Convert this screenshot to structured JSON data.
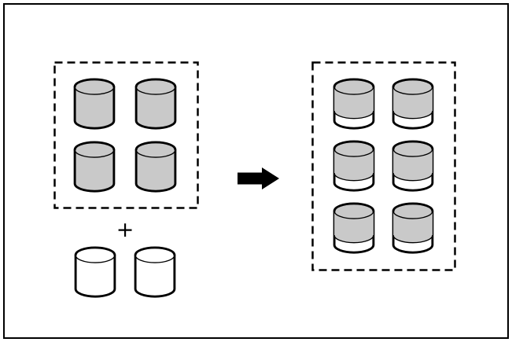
{
  "labels": {
    "plus": "+"
  },
  "colors": {
    "outline": "#000000",
    "background": "#ffffff",
    "disk_used_fill": "#c9c9c9",
    "disk_free_fill": "#ffffff",
    "arrow_fill": "#000000"
  },
  "groups": {
    "original_array": {
      "disk_count": 4,
      "columns": 2,
      "disk_style": "used"
    },
    "added_disks": {
      "disk_count": 2,
      "columns": 2,
      "disk_style": "empty"
    },
    "expanded_array": {
      "disk_count": 6,
      "columns": 2,
      "disk_style": "used_with_free"
    }
  }
}
